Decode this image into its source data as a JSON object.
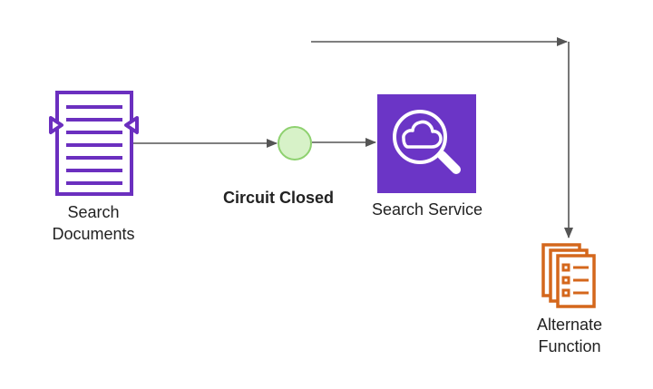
{
  "diagram": {
    "nodes": {
      "search_documents": {
        "label_line1": "Search",
        "label_line2": "Documents",
        "icon": "document-icon",
        "color": "#6b2fbf"
      },
      "circuit": {
        "label": "Circuit Closed",
        "state": "closed",
        "icon": "circuit-state-dot",
        "fill_color": "#d7f2c8",
        "stroke_color": "#8ed16f"
      },
      "search_service": {
        "label": "Search Service",
        "icon": "search-cloud-icon",
        "color": "#6b35c6"
      },
      "alternate_function": {
        "label_line1": "Alternate",
        "label_line2": "Function",
        "icon": "stacked-documents-icon",
        "color": "#d4671c"
      }
    },
    "connectors": {
      "color": "#555555"
    }
  }
}
